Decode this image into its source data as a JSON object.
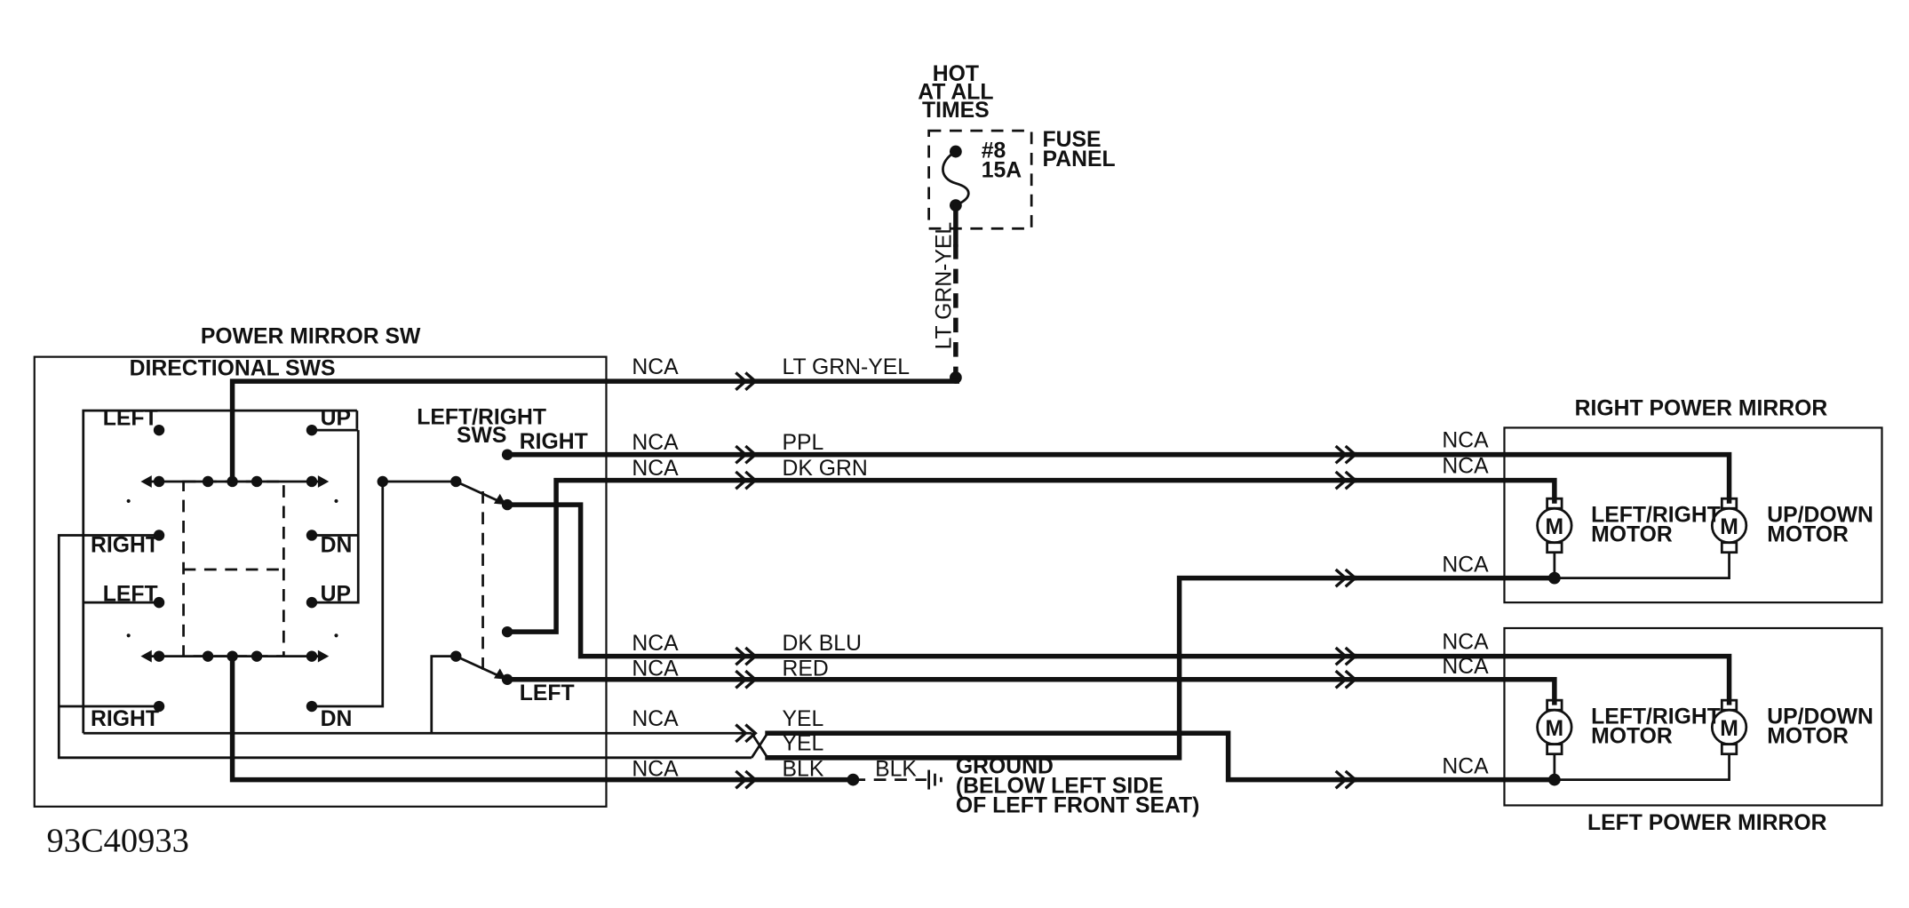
{
  "figure_code": "93C40933",
  "supply": {
    "hot_line1": "HOT",
    "hot_line2": "AT ALL",
    "hot_line3": "TIMES",
    "fuse_number": "#8",
    "fuse_rating": "15A",
    "fuse_panel_line1": "FUSE",
    "fuse_panel_line2": "PANEL",
    "feed_wire": "LT GRN-YEL"
  },
  "switch": {
    "title": "POWER MIRROR SW",
    "directional_title": "DIRECTIONAL SWS",
    "lr_title_line1": "LEFT/RIGHT",
    "lr_title_line2": "SWS",
    "upper": {
      "left": "LEFT",
      "up": "UP",
      "right": "RIGHT",
      "dn": "DN"
    },
    "lower": {
      "left": "LEFT",
      "up": "UP",
      "right": "RIGHT",
      "dn": "DN"
    },
    "lr_right": "RIGHT",
    "lr_left": "LEFT"
  },
  "wires": [
    {
      "connector": "NCA",
      "color": "LT GRN-YEL"
    },
    {
      "connector": "NCA",
      "color": "PPL",
      "connector_far": "NCA"
    },
    {
      "connector": "NCA",
      "color": "DK GRN",
      "connector_far": "NCA"
    },
    {
      "connector": "NCA",
      "color": "DK BLU",
      "connector_far": "NCA"
    },
    {
      "connector": "NCA",
      "color": "RED",
      "connector_far": "NCA"
    },
    {
      "connector": "NCA",
      "color": "YEL",
      "color_2": "YEL"
    },
    {
      "connector": "NCA",
      "color": "BLK",
      "color_2": "BLK"
    }
  ],
  "mid_connectors": {
    "right_common": "NCA",
    "left_common": "NCA"
  },
  "ground": {
    "line1": "GROUND",
    "line2": "(BELOW LEFT SIDE",
    "line3": "OF LEFT FRONT SEAT)"
  },
  "right_mirror": {
    "title": "RIGHT POWER MIRROR",
    "motor_symbol": "M",
    "lr_motor_line1": "LEFT/RIGHT",
    "lr_motor_line2": "MOTOR",
    "ud_motor_line1": "UP/DOWN",
    "ud_motor_line2": "MOTOR"
  },
  "left_mirror": {
    "title": "LEFT POWER MIRROR",
    "motor_symbol": "M",
    "lr_motor_line1": "LEFT/RIGHT",
    "lr_motor_line2": "MOTOR",
    "ud_motor_line1": "UP/DOWN",
    "ud_motor_line2": "MOTOR"
  }
}
